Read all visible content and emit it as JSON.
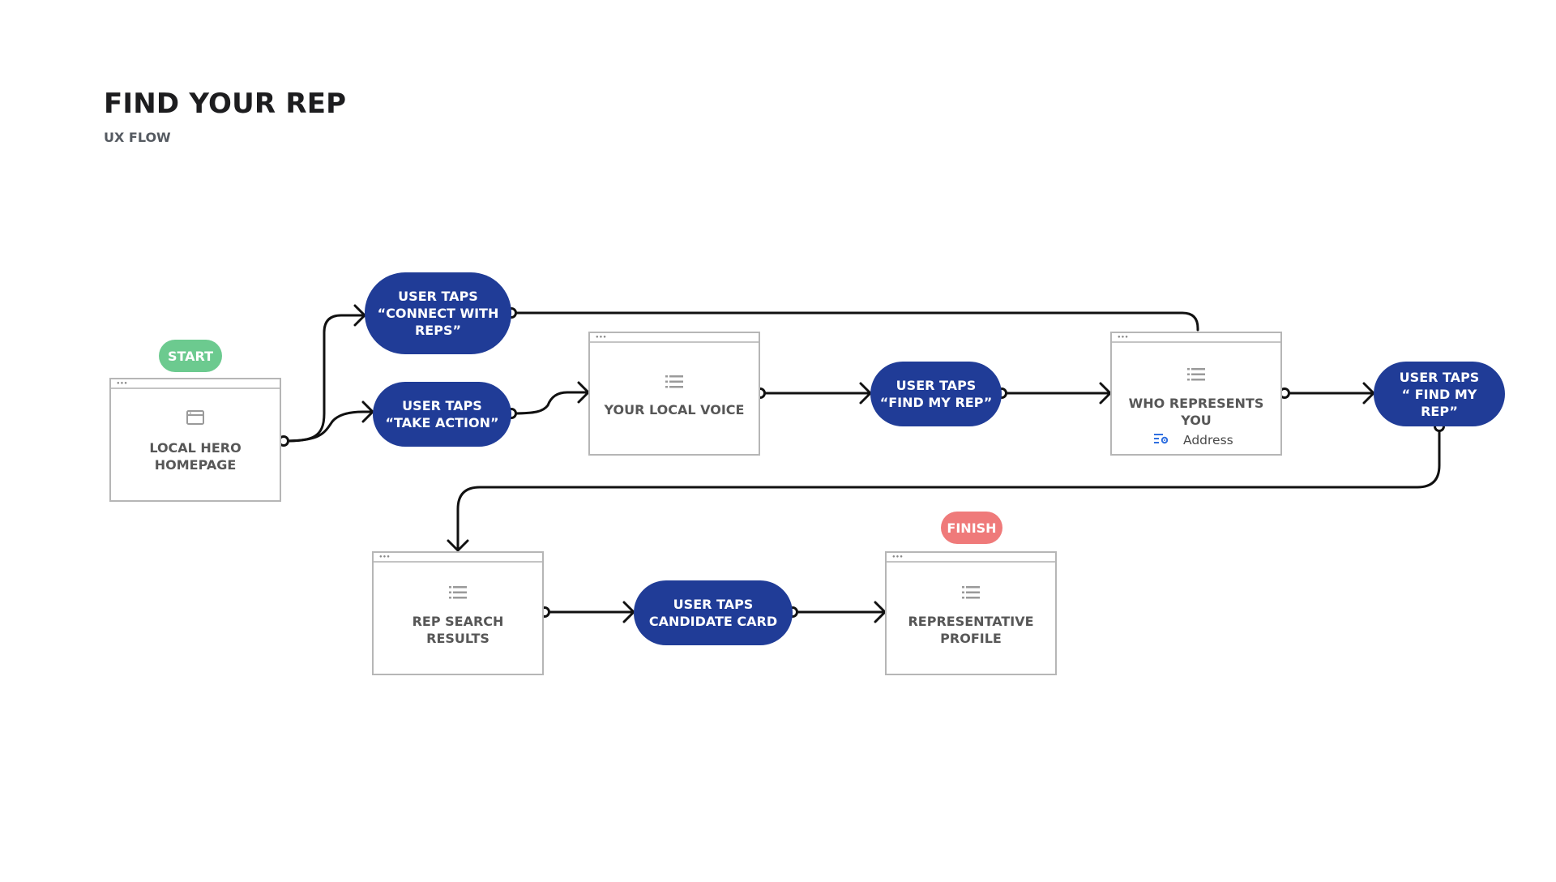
{
  "header": {
    "title": "FIND YOUR REP",
    "subtitle": "UX FLOW"
  },
  "badges": {
    "start": "START",
    "finish": "FINISH"
  },
  "screens": {
    "homepage": [
      "LOCAL HERO",
      "HOMEPAGE"
    ],
    "local_voice": [
      "YOUR LOCAL VOICE"
    ],
    "who_represents": [
      "WHO REPRESENTS",
      "YOU"
    ],
    "who_represents_field": "Address",
    "search_results": [
      "REP SEARCH",
      "RESULTS"
    ],
    "rep_profile": [
      "REPRESENTATIVE",
      "PROFILE"
    ]
  },
  "actions": {
    "connect_reps": [
      "USER TAPS",
      "“CONNECT WITH",
      "REPS”"
    ],
    "take_action": [
      "USER TAPS",
      "“TAKE ACTION”"
    ],
    "find_rep_1": [
      "USER TAPS",
      "“FIND MY REP”"
    ],
    "find_rep_2": [
      "USER TAPS",
      "“ FIND MY REP”"
    ],
    "candidate_card": [
      "USER TAPS",
      "CANDIDATE CARD"
    ]
  },
  "colors": {
    "action_fill": "#203c97",
    "start_badge": "#6cca8f",
    "finish_badge": "#ef7a7a",
    "screen_border": "#b6b6b6",
    "connector": "#111111",
    "field_icon": "#2f6fe0"
  },
  "icons": {
    "browser_window": "browser-window-icon",
    "list": "list-icon",
    "field_settings": "field-settings-icon"
  }
}
